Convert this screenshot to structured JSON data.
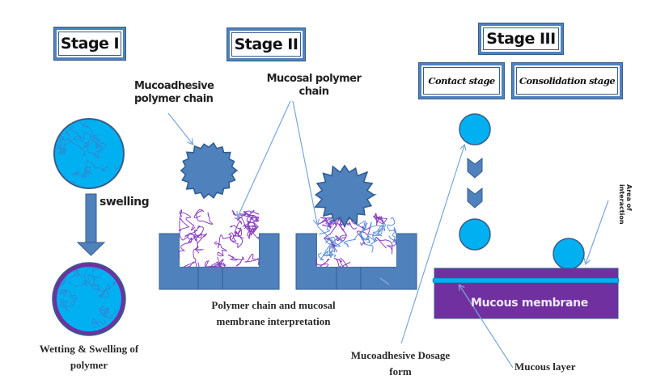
{
  "stages": {
    "stage1": {
      "title": "Stage I"
    },
    "stage2": {
      "title": "Stage II"
    },
    "stage3": {
      "title": "Stage III",
      "substages": [
        "Contact stage",
        "Consolidation stage"
      ]
    }
  },
  "labels": {
    "swelling": "swelling",
    "wetting_line1": "Wetting  & Swelling of",
    "wetting_line2": "polymer",
    "mucoadhesive_chain_line1": "Mucoadhesive",
    "mucoadhesive_chain_line2": "polymer chain",
    "mucosal_chain_line1": "Mucosal polymer",
    "mucosal_chain_line2": "chain",
    "interpenetration_line1": "Polymer chain and mucosal",
    "interpenetration_line2": "membrane interpretation",
    "area_line1": "Area of",
    "area_line2": "interaction",
    "mucous_membrane": "Mucous membrane",
    "dosage_form_line1": "Mucoadhesive Dosage",
    "dosage_form_line2": "form",
    "mucous_layer": "Mucous layer"
  },
  "colors": {
    "box_border": "#4f81bd",
    "block_fill": "#4f81bd",
    "block_stroke": "#385d8a",
    "sphere_fill": "#00b0f0",
    "membrane_fill": "#7030a0",
    "mucous_layer": "#00b0f0",
    "polymer_purple": "#8a3fc0",
    "leader_line": "#7aa6d8"
  }
}
